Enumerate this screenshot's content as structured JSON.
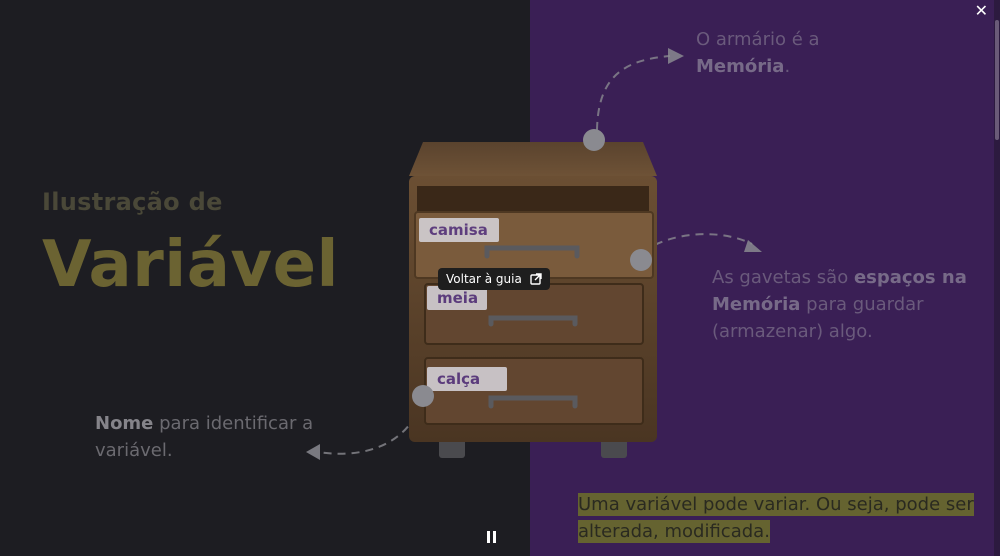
{
  "close": {
    "label": "✕"
  },
  "left": {
    "subtitle": "Ilustração de",
    "title": "Variável",
    "note_name": {
      "bold": "Nome",
      "rest": " para identificar a variável."
    }
  },
  "right": {
    "note_memory": {
      "pre": "O armário é a ",
      "bold": "Memória",
      "post": "."
    },
    "note_drawers": {
      "pre": "As gavetas são ",
      "bold": "espaços na Memória",
      "post": " para guardar (armazenar) algo."
    },
    "highlight": "Uma variável pode variar. Ou seja, pode ser alterada, modificada."
  },
  "cabinet": {
    "tags": [
      "camisa",
      "meia",
      "calça"
    ]
  },
  "tooltip": {
    "label": "Voltar à guia",
    "icon": "external-link-icon"
  },
  "controls": {
    "pause_icon": "pause-icon"
  },
  "colors": {
    "left_bg": "#1d1d22",
    "right_bg": "#3a1f55",
    "title": "#6b6332",
    "highlight": "#656330",
    "tag_text": "#5a3a8a"
  }
}
